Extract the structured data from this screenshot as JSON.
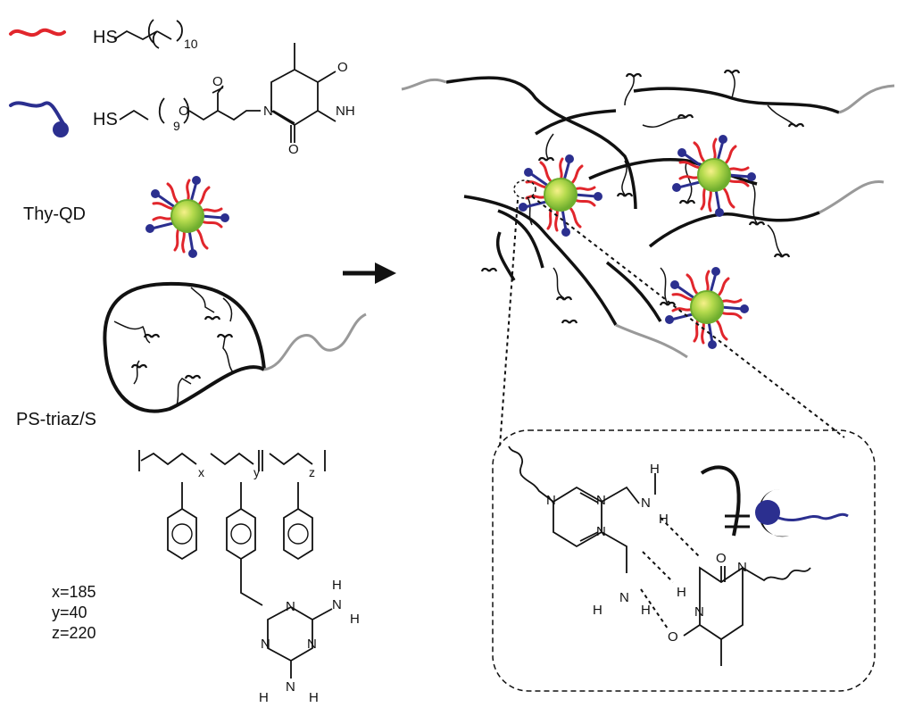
{
  "legend": {
    "alkane_formula": "HS",
    "alkane_repeat": "10",
    "thymine_formula": "HS",
    "thymine_repeat": "9",
    "oxygen": "O",
    "nitrogen": "N",
    "nh": "NH"
  },
  "qd_label": "Thy-QD",
  "polymer_label": "PS-triaz/S",
  "polymer_structure": {
    "sub_x": "x",
    "sub_y": "y",
    "sub_z": "z",
    "amine_h": "H",
    "amine_n": "N",
    "ring_n": "N"
  },
  "composition": [
    "x=185",
    "y=40",
    "z=220"
  ],
  "inset": {
    "hydrogen": "H",
    "nitrogen": "N",
    "oxygen": "O",
    "equals": "="
  },
  "colors": {
    "alkyl_chain": "#e1262c",
    "thymine_chain": "#2b2f8f",
    "qd_core": "#8cc63f",
    "qd_core_highlight": "#f2e96b",
    "polymer_backbone": "#111111",
    "polymer_tail": "#999999"
  }
}
